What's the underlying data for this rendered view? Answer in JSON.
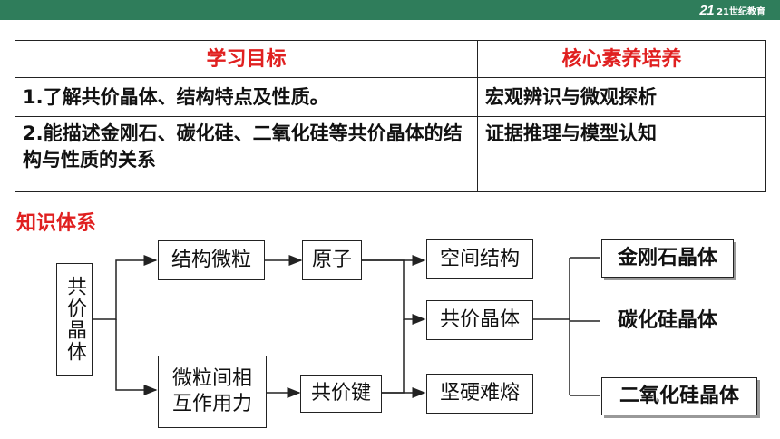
{
  "logo": {
    "mark": "21",
    "text": "21世纪教育"
  },
  "table": {
    "headers": [
      "学习目标",
      "核心素养培养"
    ],
    "rows": [
      {
        "goal": "1.了解共价晶体、结构特点及性质。",
        "literacy": "宏观辨识与微观探析"
      },
      {
        "goal": "2.能描述金刚石、碳化硅、二氧化硅等共价晶体的结构与性质的关系",
        "literacy": "证据推理与模型认知"
      }
    ]
  },
  "section_title": "知识体系",
  "diagram": {
    "root": "共价晶体",
    "particle": "结构微粒",
    "atom": "原子",
    "interaction": "微粒间相互作用力",
    "bond": "共价键",
    "space": "空间结构",
    "center": "共价晶体",
    "hard": "坚硬难熔",
    "examples": [
      "金刚石晶体",
      "碳化硅晶体",
      "二氧化硅晶体"
    ]
  },
  "colors": {
    "header_bar": "#2f7d5b",
    "accent_red": "#e02020"
  }
}
